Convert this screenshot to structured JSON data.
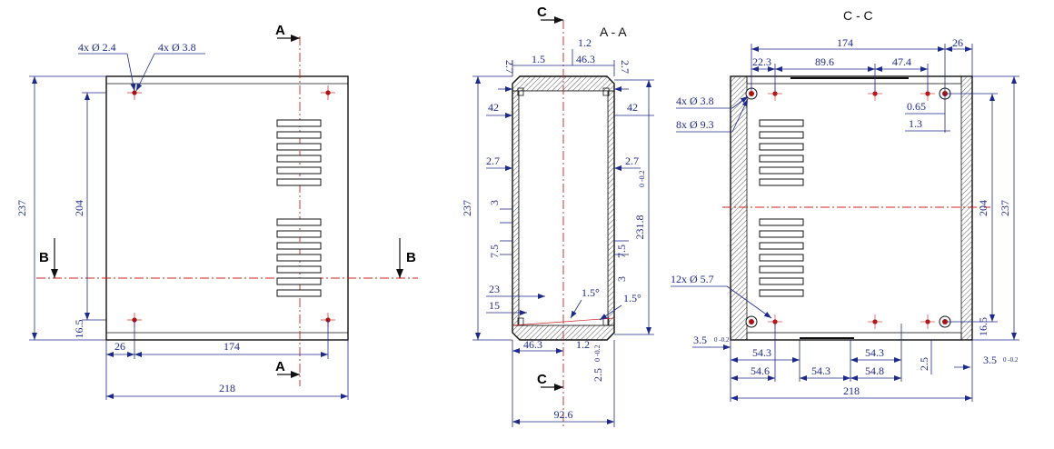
{
  "views": {
    "front": {
      "section_marks": [
        "A",
        "A",
        "B",
        "B"
      ],
      "dims": {
        "holes_small": "4x Ø 2.4",
        "holes_large": "4x Ø 3.8",
        "height_total": "237",
        "height_inner": "204",
        "bottom_offset": "16.5",
        "left_offset": "26",
        "hole_spacing": "174",
        "width_total": "218"
      }
    },
    "section_aa": {
      "title": "A - A",
      "section_marks": [
        "C",
        "C"
      ],
      "dims": {
        "top_left": "1.5",
        "top_right": "1.2",
        "top_width": "46.3",
        "wall_tl": "2.7",
        "wall_tr": "2.7",
        "ledge_l": "42",
        "ledge_r": "42",
        "wall_ml": "2.7",
        "wall_mr": "2.7",
        "height_total": "237",
        "height_inner": "231.8",
        "tol_inner": "0\n-0.2",
        "rib_gap": "3",
        "rib_pitch_l": "7.5",
        "rib_pitch_r": "7.5",
        "rib_gap_r": "3",
        "d23": "23",
        "d15": "15",
        "angle_a": "1.5°",
        "angle_b": "1.5°",
        "bot_width": "46.3",
        "bot_right": "1.2",
        "bot_tol": "2.5",
        "bot_tol_val": "0\n-0.2",
        "width_total": "92.6"
      }
    },
    "section_cc": {
      "title": "C - C",
      "dims": {
        "width_inner": "174",
        "right_offset": "26",
        "d22_3": "22.3",
        "d89_6": "89.6",
        "d47_4": "47.4",
        "holes_38": "4x Ø 3.8",
        "holes_93": "8x Ø 9.3",
        "d065": "0.65",
        "d13": "1.3",
        "height_inner": "204",
        "height_total": "237",
        "holes_57": "12x Ø 5.7",
        "d35_l": "3.5",
        "tol_l": "0\n-0.2",
        "d54_3a": "54.3",
        "d54_3b": "54.3",
        "d54_6": "54.6",
        "d54_3c": "54.3",
        "d54_8": "54.8",
        "d2_5": "2.5",
        "d16_5": "16.5",
        "d35_r": "3.5",
        "tol_r": "0\n-0.2",
        "width_total": "218"
      }
    }
  },
  "colors": {
    "outline": "#111111",
    "dimension": "#1e2a8a",
    "centerline": "#cc2222",
    "hole": "#aa1111"
  }
}
